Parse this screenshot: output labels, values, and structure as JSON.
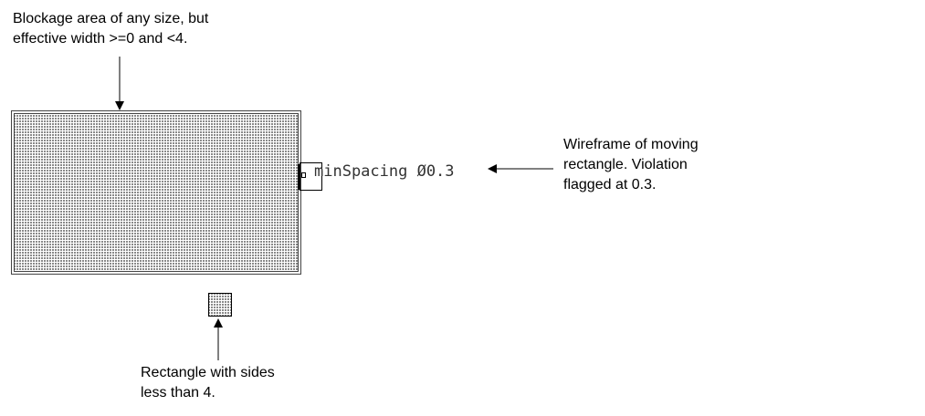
{
  "annotations": {
    "blockage": [
      "Blockage area of any size, but",
      "effective width >=0 and <4."
    ],
    "wireframe": [
      "Wireframe of moving",
      "rectangle. Violation",
      "flagged at 0.3."
    ],
    "small_rect": [
      "Rectangle with sides",
      "less than 4."
    ]
  },
  "rule_label": "minSpacing Ø0.3",
  "colors": {
    "stroke": "#000000",
    "fill_pattern": "#808080"
  }
}
